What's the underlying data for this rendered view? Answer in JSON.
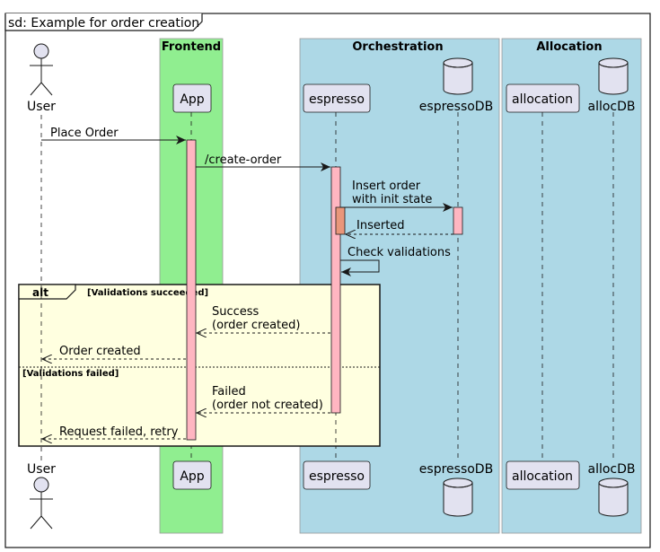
{
  "frame": {
    "title": "sd: Example for order creation"
  },
  "boxes": [
    {
      "id": "frontend",
      "title": "Frontend",
      "color": "#90EE90"
    },
    {
      "id": "orchestration",
      "title": "Orchestration",
      "color": "#ADD8E6"
    },
    {
      "id": "allocation-box",
      "title": "Allocation",
      "color": "#ADD8E6"
    }
  ],
  "participants": {
    "user": {
      "label": "User",
      "kind": "actor"
    },
    "app": {
      "label": "App",
      "kind": "participant"
    },
    "espresso": {
      "label": "espresso",
      "kind": "participant"
    },
    "espressodb": {
      "label": "espressoDB",
      "kind": "database"
    },
    "allocation": {
      "label": "allocation",
      "kind": "participant"
    },
    "allocdb": {
      "label": "allocDB",
      "kind": "database"
    }
  },
  "messages": [
    {
      "id": "place-order",
      "from": "user",
      "to": "app",
      "label": [
        "Place Order"
      ],
      "style": "solid"
    },
    {
      "id": "create-order",
      "from": "app",
      "to": "espresso",
      "label": [
        "/create-order"
      ],
      "style": "solid"
    },
    {
      "id": "insert-order",
      "from": "espresso",
      "to": "espressodb",
      "label": [
        "Insert order",
        "with init state"
      ],
      "style": "solid"
    },
    {
      "id": "inserted",
      "from": "espressodb",
      "to": "espresso",
      "label": [
        "Inserted"
      ],
      "style": "dashed"
    },
    {
      "id": "check-validations",
      "from": "espresso",
      "to": "espresso",
      "label": [
        "Check validations"
      ],
      "style": "solid"
    },
    {
      "id": "success",
      "from": "espresso",
      "to": "app",
      "label": [
        "Success",
        "(order created)"
      ],
      "style": "dashed"
    },
    {
      "id": "order-created",
      "from": "app",
      "to": "user",
      "label": [
        "Order created"
      ],
      "style": "dashed"
    },
    {
      "id": "failed",
      "from": "espresso",
      "to": "app",
      "label": [
        "Failed",
        "(order not created)"
      ],
      "style": "dashed"
    },
    {
      "id": "request-failed",
      "from": "app",
      "to": "user",
      "label": [
        "Request failed, retry"
      ],
      "style": "dashed"
    }
  ],
  "alt_fragment": {
    "keyword": "alt",
    "guard1": "[Validations succeeded]",
    "guard2": "[Validations failed]",
    "color": "#FFFFE0"
  },
  "colors": {
    "activation": "#FFB6C1",
    "activation_nested": "#E9967A",
    "participant_fill": "#E2E2F0",
    "frame_stroke": "#181818"
  }
}
